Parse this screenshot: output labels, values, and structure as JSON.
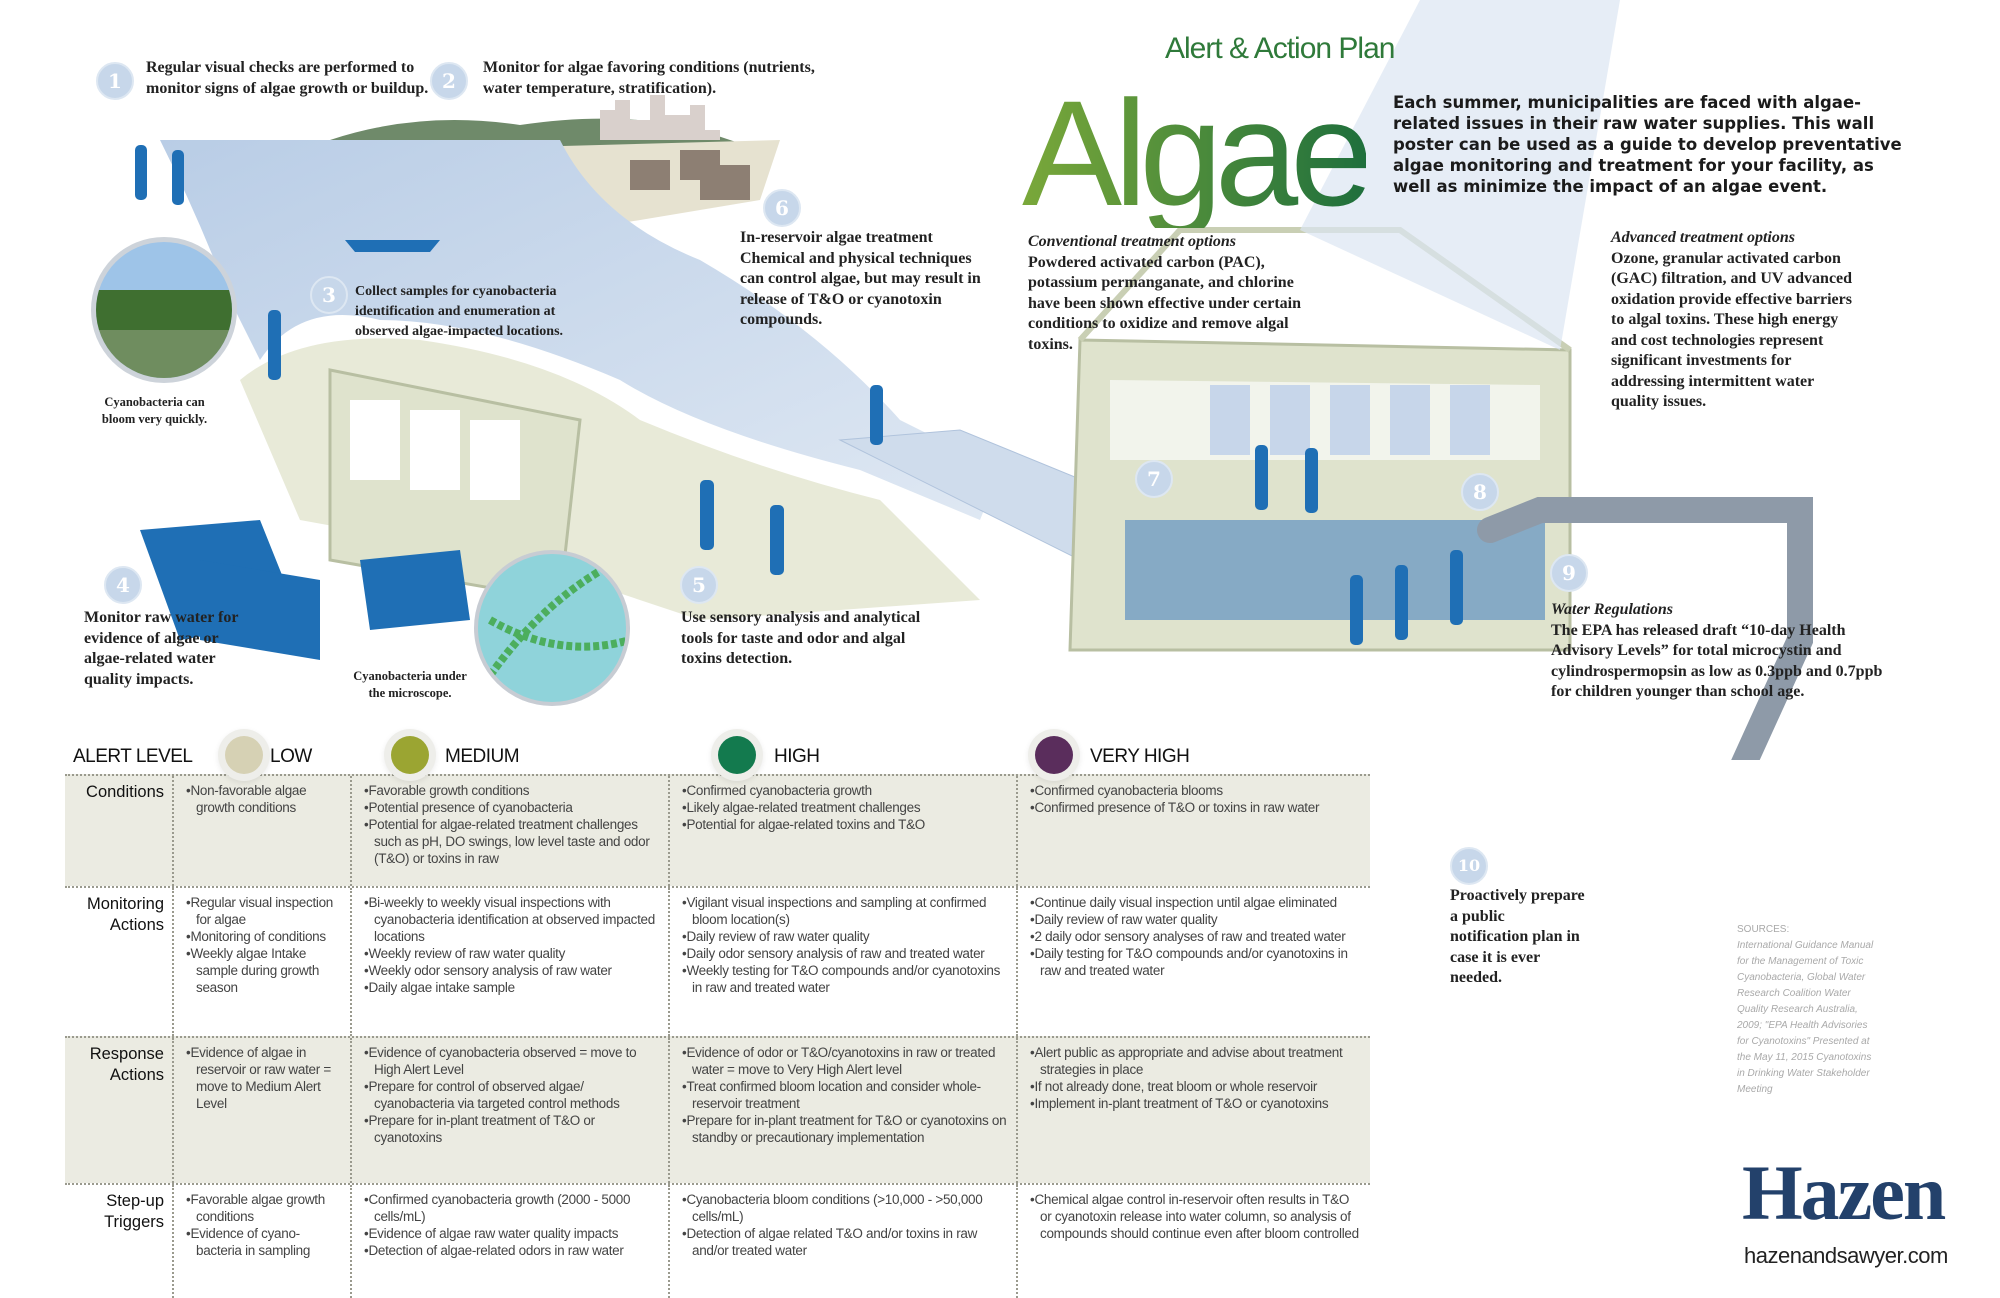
{
  "title": {
    "subtitle": "Alert & Action Plan",
    "main": "Algae"
  },
  "intro": "Each summer, municipalities are faced with algae-related issues in their raw water supplies.  This wall poster can be used as a guide to develop preventative algae monitoring and treatment for your facility, as well as minimize the impact of an algae event.",
  "steps": [
    {
      "num": "1",
      "text": "Regular visual checks are performed to monitor signs of algae growth or buildup."
    },
    {
      "num": "2",
      "text": "Monitor for algae favoring conditions (nutrients, water temperature, stratification)."
    },
    {
      "num": "3",
      "text": "Collect samples for cyanobacteria identification and enumeration at observed algae-impacted locations."
    },
    {
      "num": "4",
      "text": "Monitor raw water for evidence of algae or algae-related water quality impacts."
    },
    {
      "num": "5",
      "text": "Use sensory analysis and analytical tools for taste and odor and algal toxins detection."
    },
    {
      "num": "6",
      "title": "In-reservoir algae treatment",
      "text": "Chemical and physical techniques can control algae, but may result in release of T&O or cyanotoxin compounds."
    },
    {
      "num": "7",
      "title": "Conventional treatment options",
      "text": "Powdered activated carbon (PAC), potassium permanganate, and chlorine have been shown effective under certain conditions to oxidize and remove algal toxins."
    },
    {
      "num": "8",
      "title": "Advanced treatment options",
      "text": "Ozone, granular activated carbon (GAC) filtration, and UV advanced oxidation provide effective barriers to algal toxins. These high energy and cost technologies represent significant investments for addressing intermittent water quality issues."
    },
    {
      "num": "9",
      "title": "Water Regulations",
      "text": "The EPA has released draft “10-day Health Advisory Levels” for total microcystin and cylindrospermopsin as low as 0.3ppb and 0.7ppb for children younger than school age."
    },
    {
      "num": "10",
      "text": "Proactively prepare a public notification plan in case it is ever needed."
    }
  ],
  "captions": {
    "bloom": "Cyanobacteria can bloom very quickly.",
    "microscope": "Cyanobacteria under the microscope."
  },
  "sources": {
    "label": "SOURCES:",
    "text": "International Guidance Manual for the Management of Toxic Cyanobacteria, Global Water Research Coalition Water Quality Research Australia, 2009; \"EPA Health Advisories for Cyanotoxins\" Presented at the May 11, 2015 Cyanotoxins in Drinking Water Stakeholder Meeting"
  },
  "brand": {
    "logo": "Hazen",
    "url": "hazenandsawyer.com"
  },
  "colors": {
    "low": "#d6d1b4",
    "medium": "#9ba532",
    "high": "#137a4e",
    "very_high": "#5a2d5c",
    "people": "#1f6fb5",
    "water": "#c9d8ea"
  },
  "table": {
    "header_label": "ALERT LEVEL",
    "levels": [
      "LOW",
      "MEDIUM",
      "HIGH",
      "VERY HIGH"
    ],
    "rows": [
      {
        "label": "Conditions",
        "cells": [
          [
            "Non-favorable algae growth conditions"
          ],
          [
            "Favorable growth conditions",
            "Potential presence of cyanobacteria",
            "Potential for algae-related treatment challenges such as pH, DO swings, low level taste and odor (T&O) or toxins in raw"
          ],
          [
            "Confirmed cyanobacteria growth",
            "Likely algae-related treatment challenges",
            "Potential for algae-related toxins and T&O"
          ],
          [
            "Confirmed cyanobacteria blooms",
            "Confirmed presence of T&O or toxins in raw water"
          ]
        ]
      },
      {
        "label": "Monitoring Actions",
        "cells": [
          [
            "Regular visual inspection for algae",
            "Monitoring of conditions",
            "Weekly algae Intake sample during growth season"
          ],
          [
            "Bi-weekly to weekly visual inspections with cyanobacteria identification at observed impacted locations",
            "Weekly review of raw water quality",
            "Weekly odor sensory analysis of raw water",
            "Daily algae intake sample"
          ],
          [
            "Vigilant visual inspections and sampling at confirmed bloom location(s)",
            "Daily review of raw water quality",
            "Daily odor sensory analysis of raw and treated water",
            "Weekly testing for T&O compounds and/or cyanotoxins in raw and treated water"
          ],
          [
            "Continue daily visual inspection until algae eliminated",
            "Daily review of raw water quality",
            "2 daily odor sensory analyses of raw and treated water",
            "Daily testing for T&O compounds and/or cyanotoxins in raw and treated water"
          ]
        ]
      },
      {
        "label": "Response Actions",
        "cells": [
          [
            "Evidence of algae in reservoir or raw water = move to Medium Alert Level"
          ],
          [
            "Evidence of cyanobacteria observed = move to High Alert Level",
            "Prepare for control of observed algae/ cyanobacteria via targeted control methods",
            "Prepare for in-plant treatment of T&O or cyanotoxins"
          ],
          [
            "Evidence of odor or T&O/cyanotoxins in raw or treated water = move to Very High Alert level",
            "Treat confirmed bloom location and consider whole-reservoir treatment",
            "Prepare for in-plant treatment for T&O or cyanotoxins on standby or precautionary implementation"
          ],
          [
            "Alert public as appropriate and advise about treatment strategies in place",
            "If not already done, treat bloom or whole reservoir",
            "Implement in-plant treatment of T&O or cyanotoxins"
          ]
        ]
      },
      {
        "label": "Step-up Triggers",
        "cells": [
          [
            "Favorable algae growth conditions",
            "Evidence of cyano-bacteria in sampling"
          ],
          [
            "Confirmed cyanobacteria growth (2000 - 5000 cells/mL)",
            "Evidence of algae raw water quality impacts",
            "Detection of algae-related odors in raw water"
          ],
          [
            "Cyanobacteria bloom conditions (>10,000 - >50,000 cells/mL)",
            "Detection of algae related T&O and/or toxins in raw and/or treated water"
          ],
          [
            "Chemical algae control in-reservoir often results in T&O or cyanotoxin release into water column, so analysis of compounds should continue even after bloom controlled"
          ]
        ]
      }
    ]
  }
}
